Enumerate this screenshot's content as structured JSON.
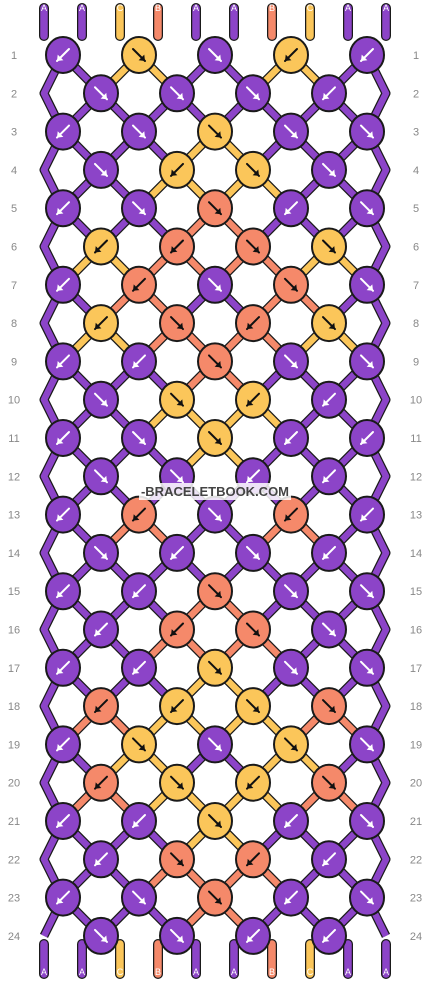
{
  "watermark": "-BRACELETBOOK.COM",
  "colors": {
    "A": "#8c44c8",
    "B": "#f5896a",
    "C": "#fbc65a",
    "outline": "#1a1a1a",
    "grid": "#d0d0d0"
  },
  "top_threads": [
    "A",
    "A",
    "C",
    "B",
    "A",
    "A",
    "B",
    "C",
    "A",
    "A"
  ],
  "bottom_threads": [
    "A",
    "A",
    "C",
    "B",
    "A",
    "A",
    "B",
    "C",
    "A",
    "A"
  ],
  "row_labels": [
    "1",
    "2",
    "3",
    "4",
    "5",
    "6",
    "7",
    "8",
    "9",
    "10",
    "11",
    "12",
    "13",
    "14",
    "15",
    "16",
    "17",
    "18",
    "19",
    "20",
    "21",
    "22",
    "23",
    "24"
  ],
  "knot_rows": [
    [
      [
        "A",
        "f"
      ],
      [
        "C",
        "b"
      ],
      [
        "A",
        "b"
      ],
      [
        "C",
        "f"
      ],
      [
        "A",
        "f"
      ]
    ],
    [
      [
        "A",
        "b"
      ],
      [
        "A",
        "b"
      ],
      [
        "A",
        "b"
      ],
      [
        "A",
        "f"
      ]
    ],
    [
      [
        "A",
        "f"
      ],
      [
        "A",
        "b"
      ],
      [
        "C",
        "b"
      ],
      [
        "A",
        "b"
      ],
      [
        "A",
        "b"
      ]
    ],
    [
      [
        "A",
        "b"
      ],
      [
        "C",
        "f"
      ],
      [
        "C",
        "b"
      ],
      [
        "A",
        "b"
      ]
    ],
    [
      [
        "A",
        "f"
      ],
      [
        "A",
        "b"
      ],
      [
        "B",
        "b"
      ],
      [
        "A",
        "f"
      ],
      [
        "A",
        "b"
      ]
    ],
    [
      [
        "C",
        "bf"
      ],
      [
        "B",
        "f"
      ],
      [
        "B",
        "b"
      ],
      [
        "C",
        "fb"
      ]
    ],
    [
      [
        "A",
        "f"
      ],
      [
        "B",
        "f"
      ],
      [
        "A",
        "b"
      ],
      [
        "B",
        "b"
      ],
      [
        "A",
        "b"
      ]
    ],
    [
      [
        "C",
        "bf"
      ],
      [
        "B",
        "b"
      ],
      [
        "B",
        "f"
      ],
      [
        "C",
        "fb"
      ]
    ],
    [
      [
        "A",
        "f"
      ],
      [
        "A",
        "f"
      ],
      [
        "B",
        "b"
      ],
      [
        "A",
        "b"
      ],
      [
        "A",
        "b"
      ]
    ],
    [
      [
        "A",
        "b"
      ],
      [
        "C",
        "b"
      ],
      [
        "C",
        "f"
      ],
      [
        "A",
        "f"
      ]
    ],
    [
      [
        "A",
        "f"
      ],
      [
        "A",
        "b"
      ],
      [
        "C",
        "b"
      ],
      [
        "A",
        "f"
      ],
      [
        "A",
        "f"
      ]
    ],
    [
      [
        "A",
        "b"
      ],
      [
        "A",
        "b"
      ],
      [
        "A",
        "f"
      ],
      [
        "A",
        "f"
      ]
    ],
    [
      [
        "A",
        "f"
      ],
      [
        "B",
        "f"
      ],
      [
        "A",
        "b"
      ],
      [
        "B",
        "f"
      ],
      [
        "A",
        "f"
      ]
    ],
    [
      [
        "A",
        "b"
      ],
      [
        "A",
        "f"
      ],
      [
        "A",
        "b"
      ],
      [
        "A",
        "f"
      ]
    ],
    [
      [
        "A",
        "f"
      ],
      [
        "A",
        "f"
      ],
      [
        "B",
        "b"
      ],
      [
        "A",
        "b"
      ],
      [
        "A",
        "b"
      ]
    ],
    [
      [
        "A",
        "f"
      ],
      [
        "B",
        "f"
      ],
      [
        "B",
        "b"
      ],
      [
        "A",
        "b"
      ]
    ],
    [
      [
        "A",
        "f"
      ],
      [
        "A",
        "f"
      ],
      [
        "C",
        "b"
      ],
      [
        "A",
        "b"
      ],
      [
        "A",
        "b"
      ]
    ],
    [
      [
        "B",
        "f"
      ],
      [
        "C",
        "f"
      ],
      [
        "C",
        "b"
      ],
      [
        "B",
        "b"
      ]
    ],
    [
      [
        "A",
        "f"
      ],
      [
        "C",
        "b"
      ],
      [
        "A",
        "b"
      ],
      [
        "C",
        "fb"
      ],
      [
        "A",
        "b"
      ]
    ],
    [
      [
        "B",
        "f"
      ],
      [
        "C",
        "b"
      ],
      [
        "C",
        "f"
      ],
      [
        "B",
        "b"
      ]
    ],
    [
      [
        "A",
        "f"
      ],
      [
        "A",
        "f"
      ],
      [
        "C",
        "b"
      ],
      [
        "A",
        "f"
      ],
      [
        "A",
        "b"
      ]
    ],
    [
      [
        "A",
        "f"
      ],
      [
        "B",
        "b"
      ],
      [
        "B",
        "f"
      ],
      [
        "A",
        "f"
      ]
    ],
    [
      [
        "A",
        "f"
      ],
      [
        "A",
        "b"
      ],
      [
        "B",
        "b"
      ],
      [
        "A",
        "f"
      ],
      [
        "A",
        "b"
      ]
    ],
    [
      [
        "A",
        "b"
      ],
      [
        "A",
        "b"
      ],
      [
        "A",
        "f"
      ],
      [
        "A",
        "f"
      ]
    ]
  ]
}
